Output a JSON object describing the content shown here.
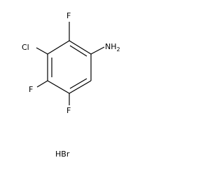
{
  "molecule": {
    "atoms": {
      "f_top": "F",
      "cl": "Cl",
      "nh2_main": "NH",
      "nh2_sub": "2",
      "f_left": "F",
      "f_bottom": "F"
    },
    "salt": "HBr"
  }
}
